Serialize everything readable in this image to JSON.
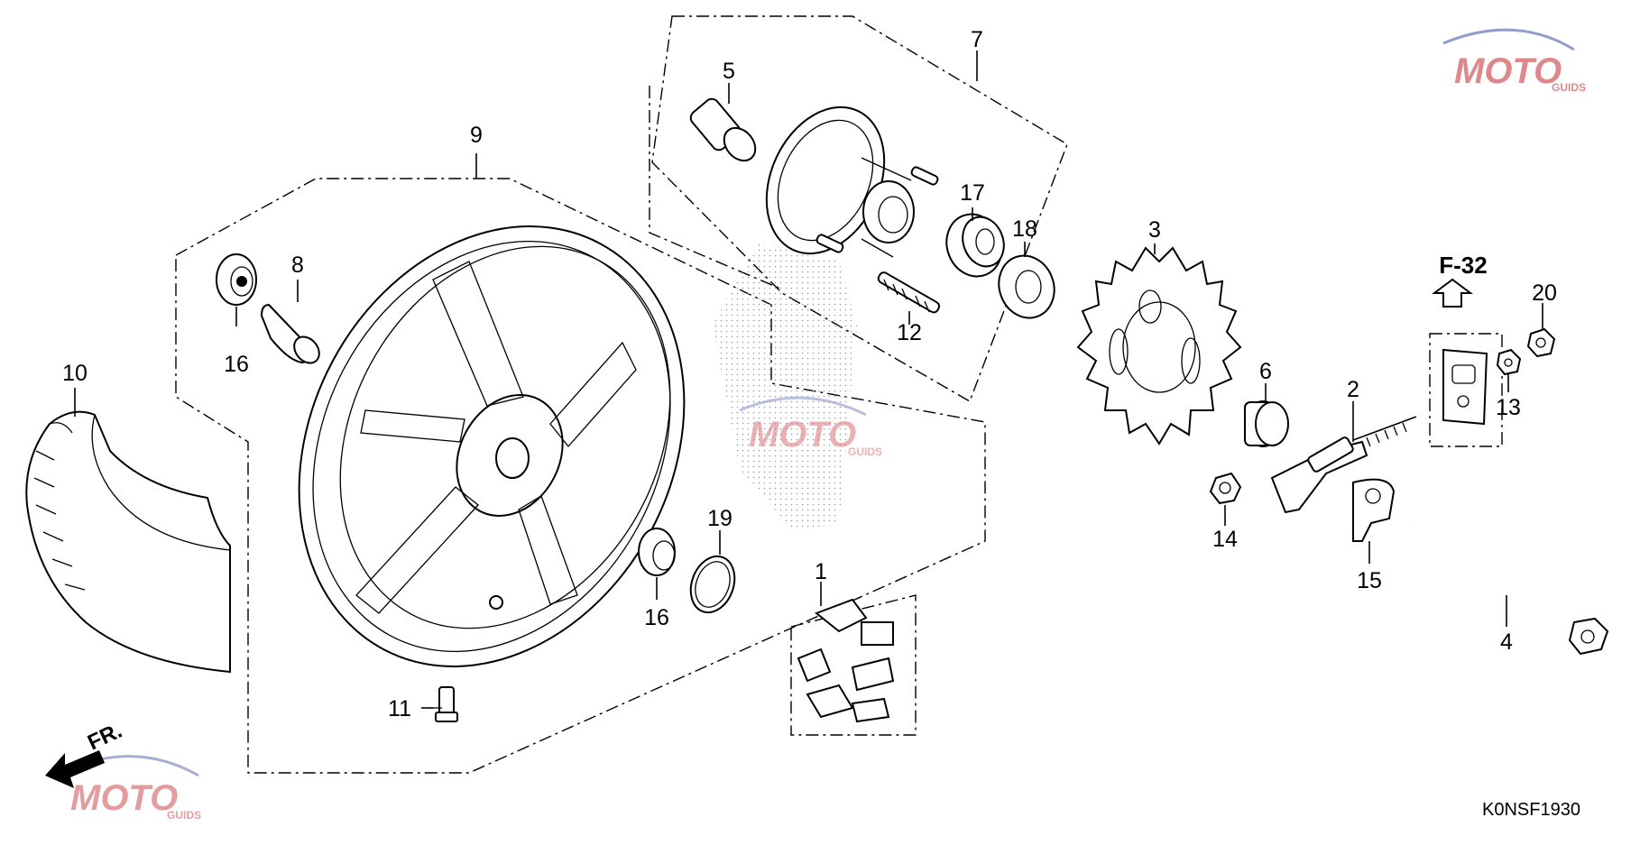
{
  "diagram": {
    "drawing_code": "K0NSF1930",
    "reference_label": "F-32",
    "front_label": "FR.",
    "watermark": {
      "text": "MOTO",
      "sub": "GUIDS",
      "color_red": "#c2272d",
      "color_blue": "#3b4ea3"
    },
    "callouts": [
      {
        "id": "c1",
        "text": "1"
      },
      {
        "id": "c2",
        "text": "2"
      },
      {
        "id": "c3",
        "text": "3"
      },
      {
        "id": "c4",
        "text": "4"
      },
      {
        "id": "c5",
        "text": "5"
      },
      {
        "id": "c6",
        "text": "6"
      },
      {
        "id": "c7",
        "text": "7"
      },
      {
        "id": "c8",
        "text": "8"
      },
      {
        "id": "c9",
        "text": "9"
      },
      {
        "id": "c10",
        "text": "10"
      },
      {
        "id": "c11",
        "text": "11"
      },
      {
        "id": "c12",
        "text": "12"
      },
      {
        "id": "c13",
        "text": "13"
      },
      {
        "id": "c14",
        "text": "14"
      },
      {
        "id": "c15",
        "text": "15"
      },
      {
        "id": "c16a",
        "text": "16"
      },
      {
        "id": "c16b",
        "text": "16"
      },
      {
        "id": "c17",
        "text": "17"
      },
      {
        "id": "c18",
        "text": "18"
      },
      {
        "id": "c19",
        "text": "19"
      },
      {
        "id": "c20",
        "text": "20"
      }
    ]
  }
}
